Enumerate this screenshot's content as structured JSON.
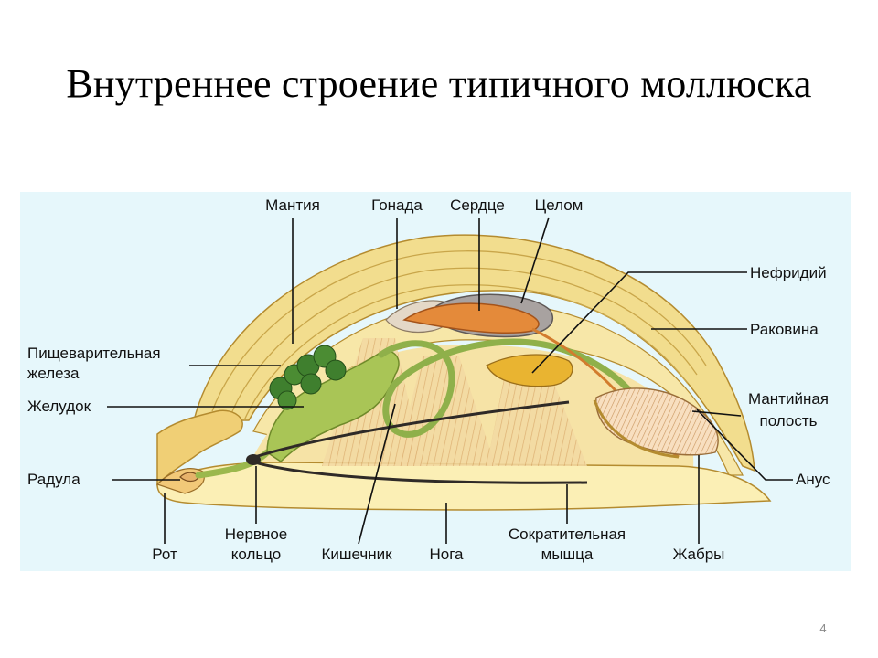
{
  "slide": {
    "title": "Внутреннее строение типичного моллюска",
    "page_number": "4"
  },
  "colors": {
    "panel_background": "#e6f7fb",
    "shell": "#f2dd8e",
    "foot": "#fbefb5",
    "digestive_gland": "#3f7f2e",
    "stomach": "#a9c556",
    "heart": "#e48a3a",
    "nerve": "#2f2a27",
    "gill": "#f6cf9b"
  },
  "diagram": {
    "labels": {
      "mantle": "Мантия",
      "gonad": "Гонада",
      "heart": "Сердце",
      "coelom": "Целом",
      "nephridium": "Нефридий",
      "shell": "Раковина",
      "digestive_gland_1": "Пищеварительная",
      "digestive_gland_2": "железа",
      "stomach": "Желудок",
      "mantle_cavity_1": "Мантийная",
      "mantle_cavity_2": "полость",
      "radula": "Радула",
      "anus": "Анус",
      "mouth": "Рот",
      "nerve_ring_1": "Нервное",
      "nerve_ring_2": "кольцо",
      "intestine": "Кишечник",
      "foot": "Нога",
      "retractor_muscle_1": "Сократительная",
      "retractor_muscle_2": "мышца",
      "gills": "Жабры"
    }
  }
}
